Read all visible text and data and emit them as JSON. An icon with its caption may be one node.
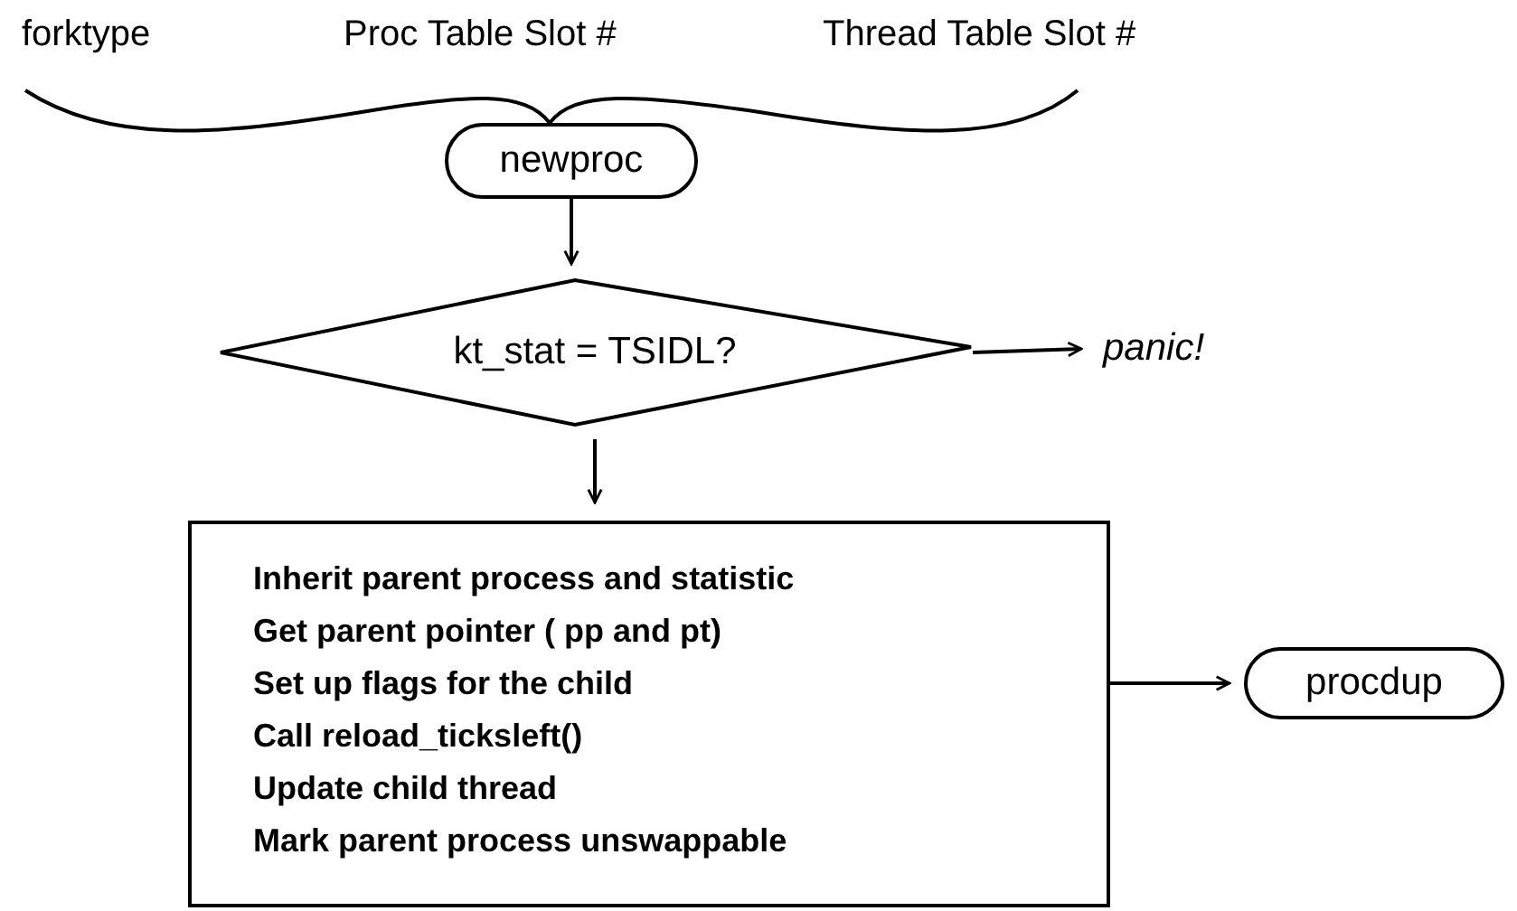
{
  "diagram": {
    "nodes": [
      {
        "text": [
          "newproc"
        ]
      },
      {
        "text": [
          "kt_stat = TSIDL?"
        ]
      },
      {
        "text": [
          "panic!"
        ]
      },
      {
        "text": [
          "Inherit parent process and statistic",
          "Get parent pointer ( pp and pt)",
          "Set up flags for the child",
          "Call reload_ticksleft()",
          "Update child thread",
          "Mark parent process unswappable"
        ]
      },
      {
        "text": [
          "procdup"
        ]
      }
    ],
    "edges": [
      {
        "from": 0,
        "to": 1,
        "arrow": "to"
      },
      {
        "from": 1,
        "to": 2,
        "arrow": "to"
      },
      {
        "from": 1,
        "to": 3,
        "arrow": "to"
      },
      {
        "from": 3,
        "to": 4,
        "arrow": "to"
      }
    ],
    "labels": [
      "forktype",
      "Proc Table Slot #",
      "Thread Table Slot #"
    ]
  }
}
